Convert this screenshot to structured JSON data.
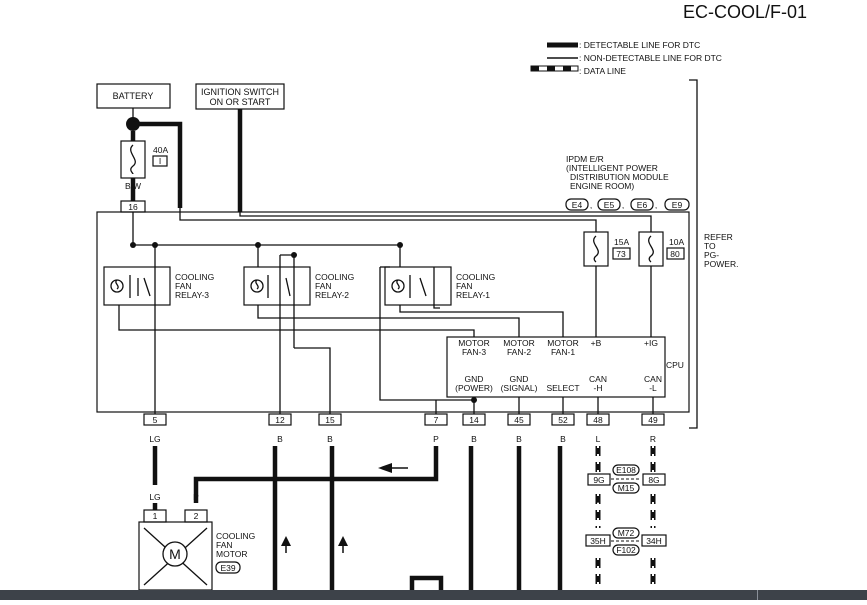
{
  "doc_code": "EC-COOL/F-01",
  "legend": {
    "detectable": ": DETECTABLE LINE FOR DTC",
    "non_detectable": ": NON-DETECTABLE LINE FOR DTC",
    "data_line": ": DATA LINE"
  },
  "battery": "BATTERY",
  "ignition": {
    "line1": "IGNITION SWITCH",
    "line2": "ON OR START"
  },
  "fuse_main": {
    "amps": "40A",
    "id": "I"
  },
  "wire_bw": "B/W",
  "pin_16": "16",
  "ipdm": {
    "line1": "IPDM E/R",
    "line2": "(INTELLIGENT POWER",
    "line3": "DISTRIBUTION MODULE",
    "line4": "ENGINE ROOM)",
    "connectors": [
      "E4",
      "E5",
      "E6",
      "E9"
    ],
    "sep": ","
  },
  "fuse_15": {
    "amps": "15A",
    "id": "73"
  },
  "fuse_10": {
    "amps": "10A",
    "id": "80"
  },
  "refer": [
    "REFER",
    "TO",
    "PG-",
    "POWER."
  ],
  "relays": [
    {
      "l1": "COOLING",
      "l2": "FAN",
      "l3": "RELAY-3"
    },
    {
      "l1": "COOLING",
      "l2": "FAN",
      "l3": "RELAY-2"
    },
    {
      "l1": "COOLING",
      "l2": "FAN",
      "l3": "RELAY-1"
    }
  ],
  "cpu": {
    "label": "CPU",
    "top": [
      {
        "l1": "MOTOR",
        "l2": "FAN-3"
      },
      {
        "l1": "MOTOR",
        "l2": "FAN-2"
      },
      {
        "l1": "MOTOR",
        "l2": "FAN-1"
      },
      {
        "l1": "+B",
        "l2": ""
      },
      {
        "l1": "+IG",
        "l2": ""
      }
    ],
    "bottom": [
      {
        "l1": "GND",
        "l2": "(POWER)"
      },
      {
        "l1": "GND",
        "l2": "(SIGNAL)"
      },
      {
        "l1": "SELECT",
        "l2": ""
      },
      {
        "l1": "CAN",
        "l2": "-H"
      },
      {
        "l1": "CAN",
        "l2": "-L"
      }
    ]
  },
  "pins": [
    "5",
    "12",
    "15",
    "7",
    "14",
    "45",
    "52",
    "48",
    "49"
  ],
  "wires": [
    "LG",
    "B",
    "B",
    "P",
    "B",
    "B",
    "B",
    "L",
    "R"
  ],
  "motor": {
    "wire_lg": "LG",
    "wire_p": "P",
    "pin1": "1",
    "pin2": "2",
    "symbol": "M",
    "l1": "COOLING",
    "l2": "FAN",
    "l3": "MOTOR",
    "conn": "E39"
  },
  "joint_a": {
    "left": "9G",
    "right": "8G",
    "c1": "E108",
    "c2": "M15",
    "wire_l": "L",
    "wire_r": "R"
  },
  "joint_b": {
    "left": "35H",
    "right": "34H",
    "c1": "M72",
    "c2": "F102",
    "wire_l": "L",
    "wire_r": "R"
  },
  "colors": {
    "footer_bar": "#3d4249",
    "line": "#111111"
  }
}
